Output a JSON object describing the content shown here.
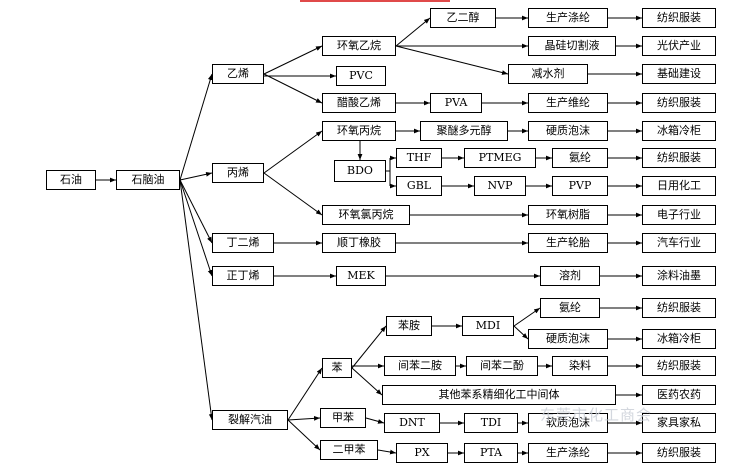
{
  "nodes": {
    "shiyou": "石油",
    "naphtha": "石脑油",
    "ethylene": "乙烯",
    "propylene": "丙烯",
    "butadiene": "丁二烯",
    "n_butene": "正丁烯",
    "pygas": "裂解汽油",
    "eo": "环氧乙烷",
    "pvc": "PVC",
    "vac": "醋酸乙烯",
    "meg": "乙二醇",
    "polyester": "生产涤纶",
    "textile1": "纺织服装",
    "cutting_fluid": "晶硅切割液",
    "pv": "光伏产业",
    "water_reducer": "减水剂",
    "infrastructure": "基础建设",
    "pva": "PVA",
    "vinylon": "生产维纶",
    "textile2": "纺织服装",
    "po": "环氧丙烷",
    "polyether": "聚醚多元醇",
    "hard_foam1": "硬质泡沫",
    "fridge1": "冰箱冷柜",
    "bdo": "BDO",
    "thf": "THF",
    "ptmeg": "PTMEG",
    "spandex1": "氨纶",
    "textile3": "纺织服装",
    "gbl": "GBL",
    "nvp": "NVP",
    "pvp": "PVP",
    "daily_chem": "日用化工",
    "ech": "环氧氯丙烷",
    "epoxy": "环氧树脂",
    "electronics": "电子行业",
    "cis_rubber": "顺丁橡胶",
    "tire": "生产轮胎",
    "auto": "汽车行业",
    "mek": "MEK",
    "solvent": "溶剂",
    "coating": "涂料油墨",
    "benzene": "苯",
    "aniline": "苯胺",
    "mdi": "MDI",
    "spandex2": "氨纶",
    "textile4": "纺织服装",
    "hard_foam2": "硬质泡沫",
    "fridge2": "冰箱冷柜",
    "mpd": "间苯二胺",
    "resorcinol": "间苯二酚",
    "dye": "染料",
    "textile5": "纺织服装",
    "other_fine": "其他苯系精细化工中间体",
    "pharma": "医药农药",
    "toluene": "甲苯",
    "dnt": "DNT",
    "tdi": "TDI",
    "soft_foam": "软质泡沫",
    "furniture": "家具家私",
    "xylene": "二甲苯",
    "px": "PX",
    "pta": "PTA",
    "polyester2": "生产涤纶",
    "textile6": "纺织服装"
  },
  "watermark": "东莞市化工商会"
}
